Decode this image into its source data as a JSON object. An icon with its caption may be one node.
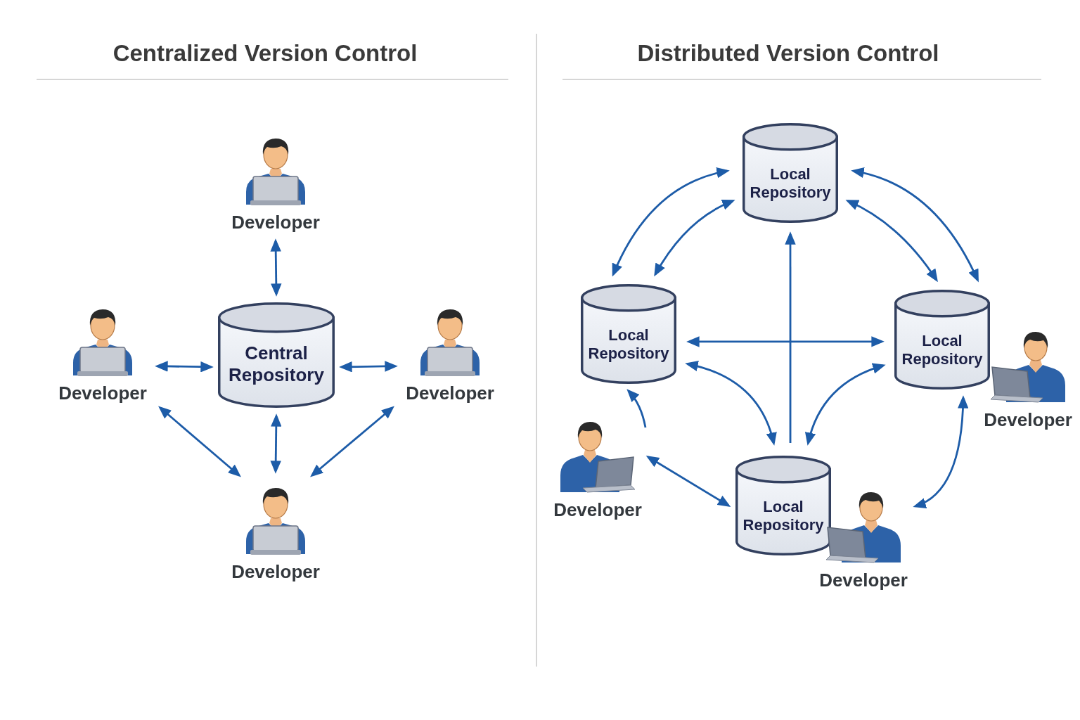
{
  "diagram": {
    "nodes": [
      {
        "text": [
          "Developer"
        ]
      },
      {
        "text": [
          "Developer"
        ]
      },
      {
        "text": [
          "Central Repository"
        ]
      },
      {
        "text": [
          "Developer"
        ]
      },
      {
        "text": [
          "Developer"
        ]
      },
      {
        "text": [
          "Local Repository"
        ]
      },
      {
        "text": [
          "Local Repository"
        ]
      },
      {
        "text": [
          "Local Repository"
        ]
      },
      {
        "text": [
          "Developer"
        ]
      },
      {
        "text": [
          "Developer"
        ]
      },
      {
        "text": [
          "Local Repository"
        ]
      },
      {
        "text": [
          "Developer"
        ]
      }
    ],
    "edges": [
      {
        "from": 0,
        "to": 2,
        "arrow": "both"
      },
      {
        "from": 1,
        "to": 2,
        "arrow": "both"
      },
      {
        "from": 2,
        "to": 3,
        "arrow": "both"
      },
      {
        "from": 2,
        "to": 4,
        "arrow": "both"
      },
      {
        "from": 1,
        "to": 4,
        "arrow": "both"
      },
      {
        "from": 3,
        "to": 4,
        "arrow": "both"
      },
      {
        "from": 5,
        "to": 6,
        "arrow": "both"
      },
      {
        "from": 5,
        "to": 6,
        "arrow": "both"
      },
      {
        "from": 5,
        "to": 7,
        "arrow": "both"
      },
      {
        "from": 5,
        "to": 7,
        "arrow": "both"
      },
      {
        "from": 6,
        "to": 7,
        "arrow": "both"
      },
      {
        "from": 10,
        "to": 5,
        "arrow": "to"
      },
      {
        "from": 6,
        "to": 10,
        "arrow": "both"
      },
      {
        "from": 7,
        "to": 10,
        "arrow": "both"
      },
      {
        "from": 9,
        "to": 6,
        "arrow": "to"
      },
      {
        "from": 9,
        "to": 10,
        "arrow": "both"
      },
      {
        "from": 7,
        "to": 11,
        "arrow": "both"
      }
    ],
    "labels": [
      "Centralized Version Control",
      "Distributed Version Control"
    ]
  }
}
